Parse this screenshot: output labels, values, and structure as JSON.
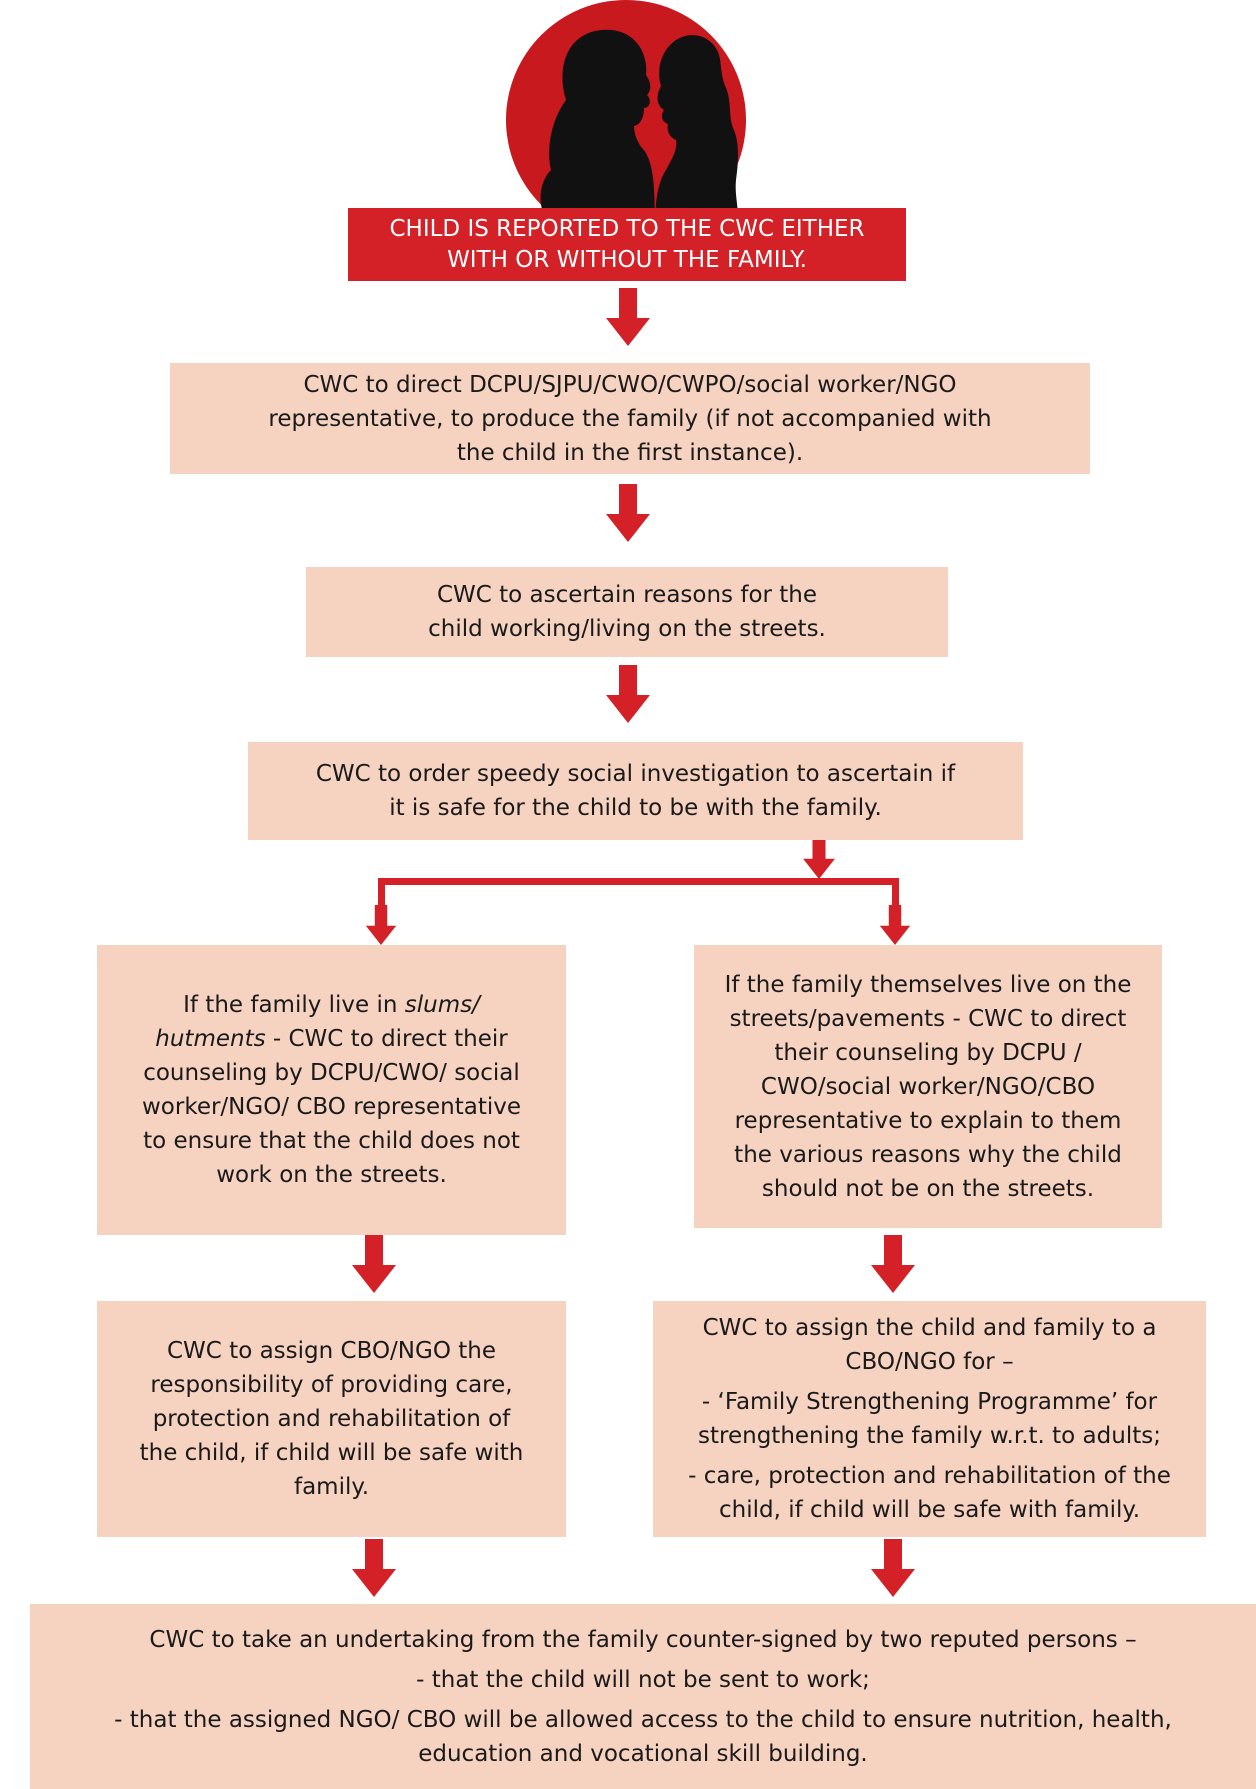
{
  "title": {
    "line1": "CHILD IS REPORTED TO THE CWC EITHER",
    "line2": "WITH OR WITHOUT THE FAMILY."
  },
  "steps": {
    "direct": {
      "line1": "CWC to direct DCPU/SJPU/CWO/CWPO/social worker/NGO",
      "line2": "representative, to produce the family (if not accompanied with",
      "line3": "the child in the first instance)."
    },
    "reasons": {
      "line1": "CWC to ascertain reasons for the",
      "line2": "child working/living on the streets."
    },
    "investigation": {
      "line1": "CWC to order speedy social investigation to ascertain if",
      "line2": "it is safe for the child to be with the family."
    },
    "slums": {
      "prefix": "If the family live in ",
      "italic": "slums/ hutments",
      "rest": " - CWC to direct their counseling by DCPU/CWO/ social worker/NGO/ CBO representative to ensure that the child does not work on the streets."
    },
    "streets": {
      "text": "If the family themselves live on the streets/pavements - CWC to direct their counseling by DCPU / CWO/social worker/NGO/CBO representative to explain to them the various reasons why the child should not be on the streets."
    },
    "assign_left": {
      "text": "CWC to assign CBO/NGO the responsibility of providing care, protection and rehabilitation of the child, if child will be safe with family."
    },
    "assign_right": {
      "line1": "CWC to assign the child and family to a CBO/NGO for –",
      "line2": "- ‘Family Strengthening Programme’ for strengthening the family w.r.t. to adults;",
      "line3": "- care, protection and rehabilitation of the child, if child will be safe with family."
    },
    "undertaking": {
      "line1": "CWC to take an undertaking from the family counter-signed by two reputed persons –",
      "line2": "- that the child will not be sent to work;",
      "line3": "- that the assigned NGO/ CBO will be allowed access to the child to ensure nutrition, health, education and vocational skill building."
    }
  },
  "colors": {
    "accent_red": "#d42127",
    "box_fill": "#f6d2c1",
    "title_text": "#ffffff"
  },
  "icons": {
    "avatar": "child-silhouettes-icon",
    "arrow": "down-arrow-icon"
  }
}
